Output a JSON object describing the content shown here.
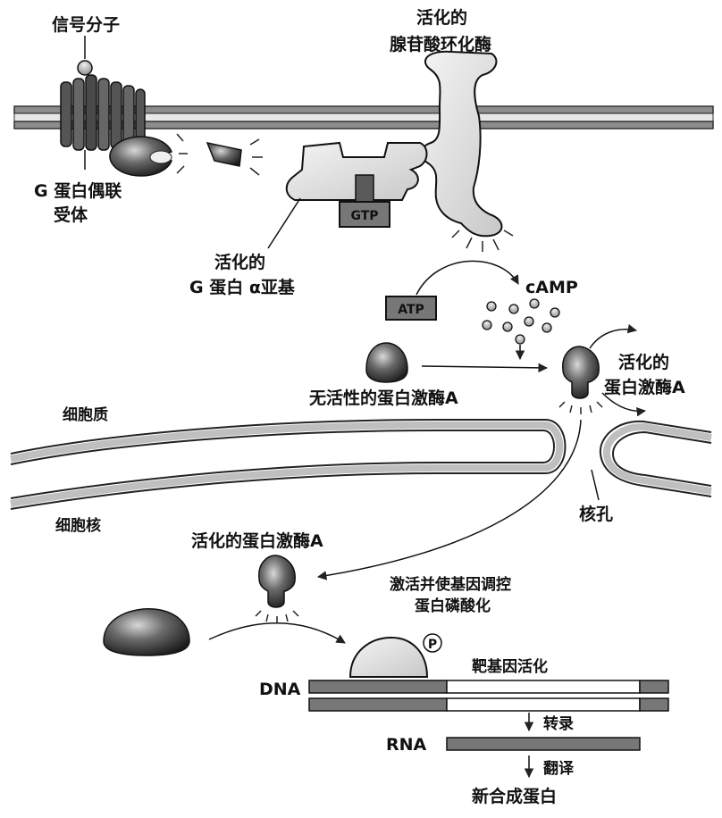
{
  "labels": {
    "signal_molecule": "信号分子",
    "gpcr_line1": "G 蛋白偶联",
    "gpcr_line2": "受体",
    "activated_ac_line1": "活化的",
    "activated_ac_line2": "腺苷酸环化酶",
    "activated_g_line1": "活化的",
    "activated_g_line2": "G 蛋白 α亚基",
    "gtp": "GTP",
    "atp": "ATP",
    "camp": "cAMP",
    "inactive_pka": "无活性的蛋白激酶A",
    "active_pka_line1": "活化的",
    "active_pka_line2": "蛋白激酶A",
    "cytoplasm": "细胞质",
    "nucleus": "细胞核",
    "nuclear_pore": "核孔",
    "active_pka_nucleus": "活化的蛋白激酶A",
    "phosphorylation_line1": "激活并使基因调控",
    "phosphorylation_line2": "蛋白磷酸化",
    "phosphate": "P",
    "target_gene": "靶基因活化",
    "dna": "DNA",
    "transcription": "转录",
    "rna": "RNA",
    "translation": "翻译",
    "new_protein": "新合成蛋白"
  }
}
